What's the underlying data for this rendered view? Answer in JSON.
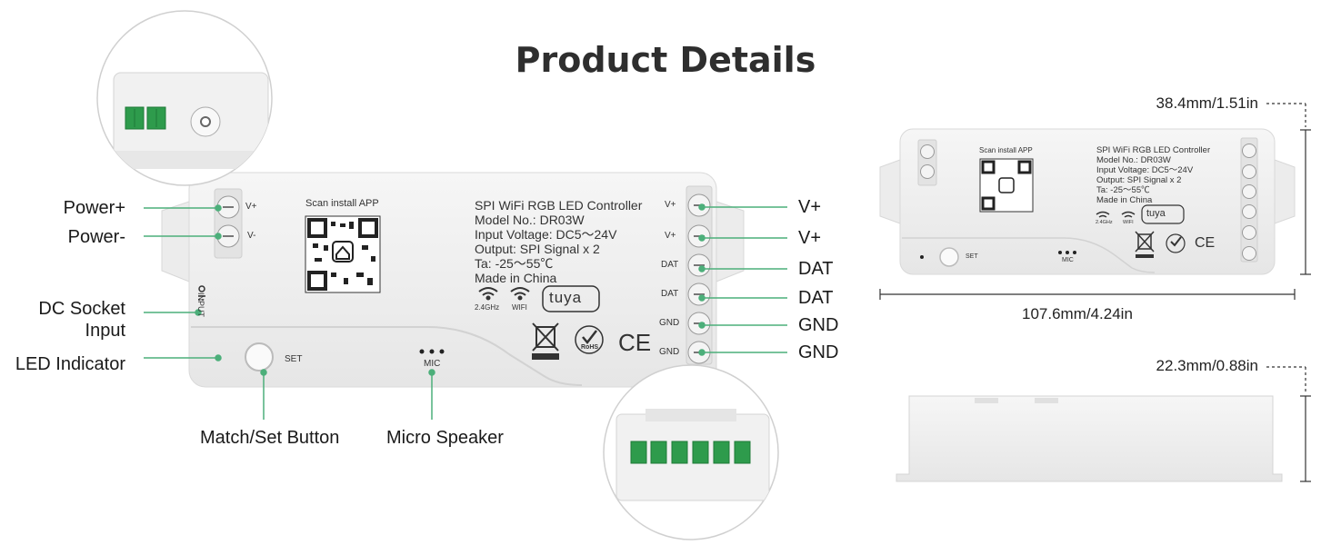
{
  "title": "Product Details",
  "callouts_left": {
    "power_plus": "Power+",
    "power_minus": "Power-",
    "dc_socket_line1": "DC Socket",
    "dc_socket_line2": "Input",
    "led_indicator": "LED Indicator"
  },
  "callouts_bottom": {
    "match_set": "Match/Set Button",
    "micro_speaker": "Micro Speaker"
  },
  "callouts_right": [
    "V+",
    "V+",
    "DAT",
    "DAT",
    "GND",
    "GND"
  ],
  "device": {
    "scan": "Scan install APP",
    "name": "SPI WiFi RGB LED Controller",
    "model": "Model No.: DR03W",
    "voltage": "Input Voltage: DC5〜24V",
    "output": "Output: SPI Signal x 2",
    "temp": "Ta: -25〜55℃",
    "made": "Made in China",
    "wifi_24": "2.4GHz",
    "wifi": "WIFI",
    "tuya": "tuya",
    "rohs": "RoHS",
    "ce": "CE",
    "input": "INPUT",
    "set": "SET",
    "mic": "MIC",
    "left_terminals": [
      "V+",
      "V-"
    ],
    "right_terminals": [
      "V+",
      "V+",
      "DAT",
      "DAT",
      "GND",
      "GND"
    ]
  },
  "dimensions": {
    "height": "38.4mm/1.51in",
    "width": "107.6mm/4.24in",
    "depth": "22.3mm/0.88in"
  },
  "colors": {
    "accent_green": "#4caf7a",
    "terminal_green": "#2e9b4c",
    "housing": "#f0f0f0"
  }
}
